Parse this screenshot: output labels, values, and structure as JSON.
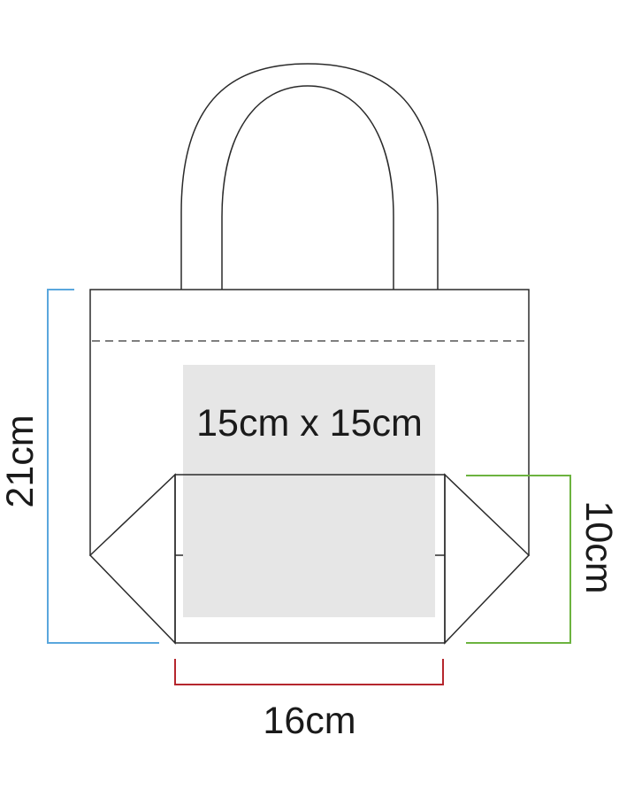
{
  "diagram": {
    "print_area_label": "15cm x 15cm",
    "height_label": "21cm",
    "gusset_label": "10cm",
    "width_label": "16cm",
    "colors": {
      "outline": "#2a2a2a",
      "print_area": "#e6e6e6",
      "height_dimension": "#5aa7dd",
      "gusset_dimension": "#6cb33f",
      "width_dimension": "#b5262d",
      "label": "#1a1a1a"
    }
  }
}
